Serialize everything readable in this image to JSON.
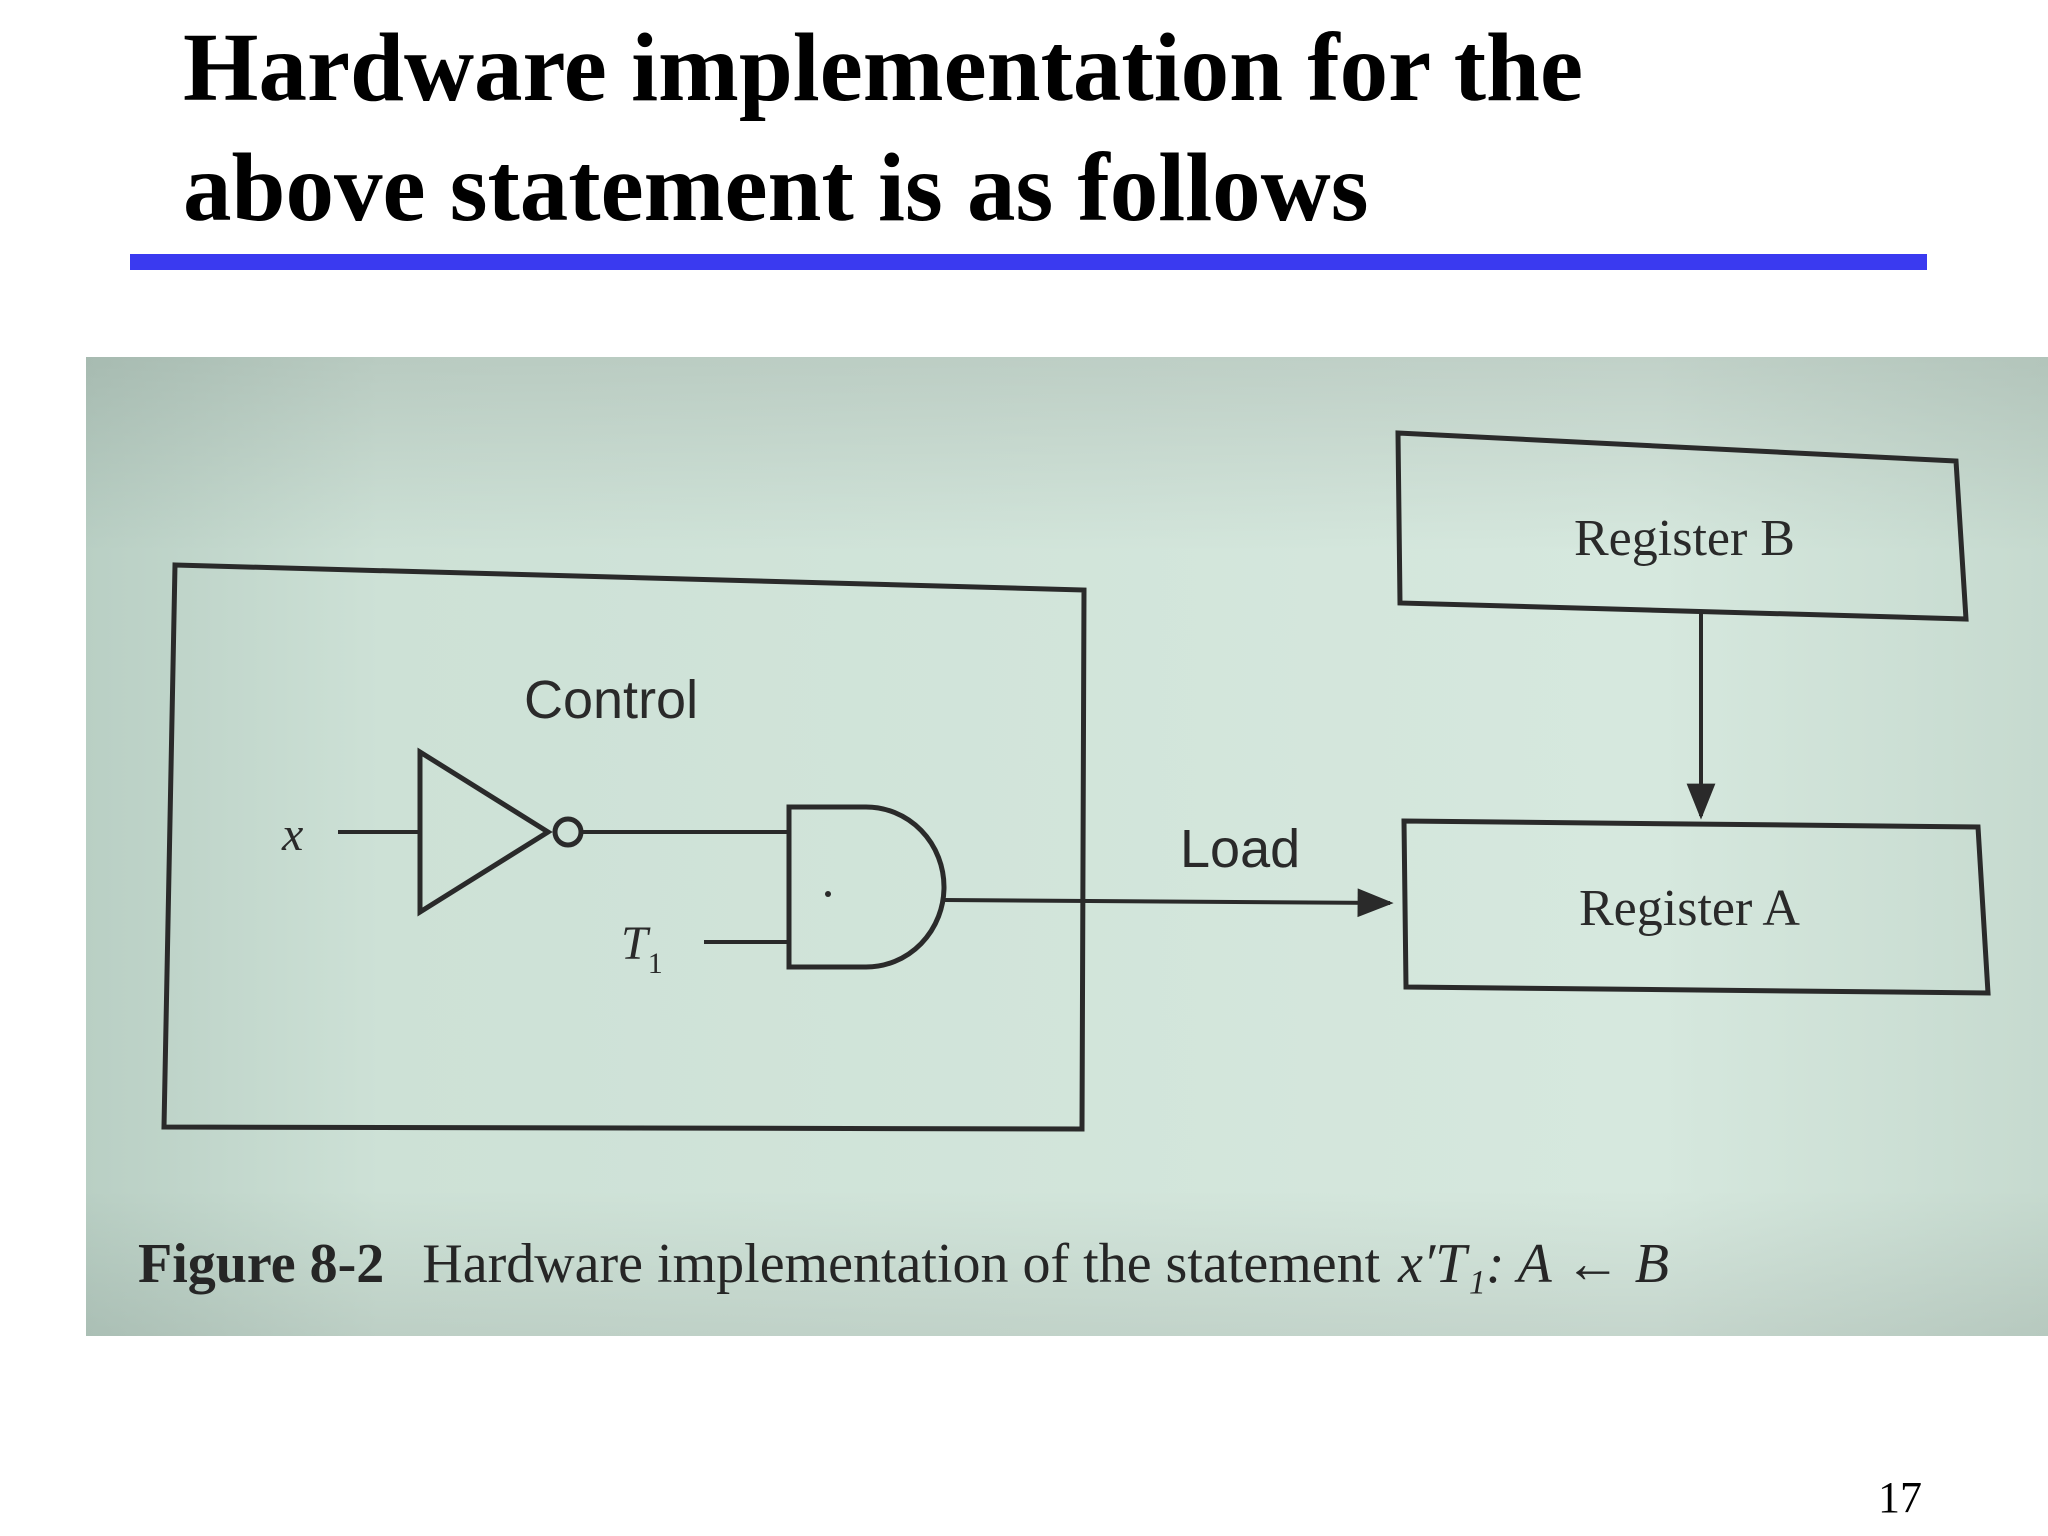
{
  "slide": {
    "title_line_1": "Hardware implementation for the",
    "title_line_2": "above statement is as follows",
    "page_number": "17",
    "rule_color": "#3a3af0"
  },
  "figure": {
    "paper_color": "#cfe3d8",
    "ink_color": "#2a2a2a",
    "control_label": "Control",
    "input_x": "x",
    "input_t": "T",
    "input_t_subscript": "1",
    "load_label": "Load",
    "register_b": "Register B",
    "register_a": "Register A",
    "caption_label": "Figure 8-2",
    "caption_text": "Hardware implementation of the statement",
    "caption_math": "x′T₁:  A ← B"
  }
}
